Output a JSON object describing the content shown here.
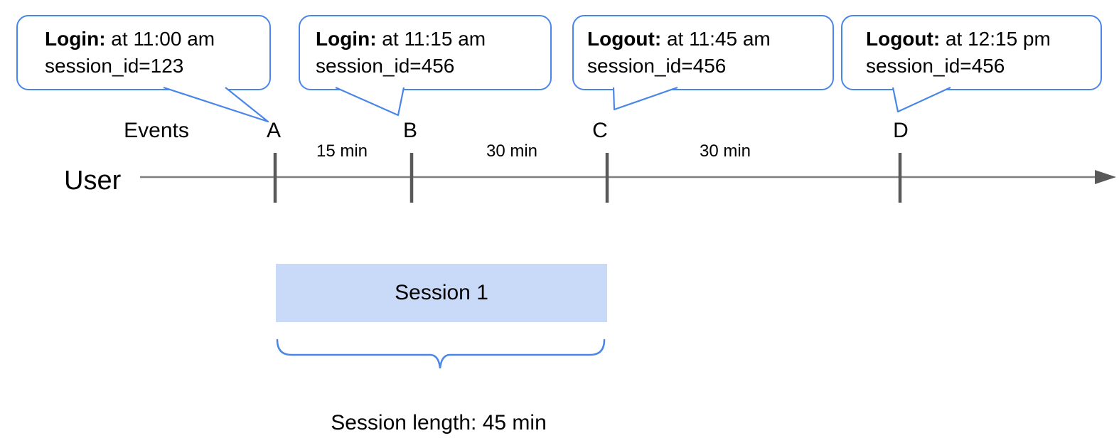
{
  "title": "User session events timeline diagram",
  "colors": {
    "accent_blue": "#4a86e8",
    "session_box_fill": "#c9daf8",
    "timeline_line_gray": "#7f7f7f",
    "tick_gray": "#595959"
  },
  "bubbles": [
    {
      "event": "Login:",
      "time": " at 11:00 am",
      "session": "session_id=123"
    },
    {
      "event": "Login:",
      "time": " at 11:15 am",
      "session": "session_id=456"
    },
    {
      "event": "Logout:",
      "time": " at 11:45 am",
      "session": "session_id=456"
    },
    {
      "event": "Logout:",
      "time": " at 12:15 pm",
      "session": "session_id=456"
    }
  ],
  "timeline": {
    "events_label": "Events",
    "user_label": "User",
    "points": [
      {
        "letter": "A"
      },
      {
        "letter": "B"
      },
      {
        "letter": "C"
      },
      {
        "letter": "D"
      }
    ],
    "intervals": [
      {
        "label": "15 min"
      },
      {
        "label": "30 min"
      },
      {
        "label": "30 min"
      }
    ]
  },
  "session": {
    "box_label": "Session 1",
    "caption": "Session length: 45 min"
  }
}
